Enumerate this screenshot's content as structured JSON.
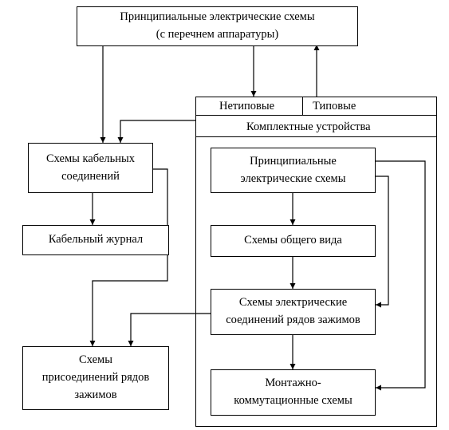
{
  "top_box": {
    "line1": "Принципиальные электрические схемы",
    "line2": "(с перечнем аппаратуры)"
  },
  "complete_devices": {
    "nontypical_label": "Нетиповые",
    "typical_label": "Типовые",
    "header_label": "Комплектные устройства",
    "schematic": {
      "line1": "Принципиальные",
      "line2": "электрические схемы"
    },
    "general_view_label": "Схемы общего вида",
    "terminal_connections": {
      "line1": "Схемы электрические",
      "line2": "соединений рядов зажимов"
    },
    "wiring": {
      "line1": "Монтажно-",
      "line2": "коммутационные схемы"
    }
  },
  "cable_schemes": {
    "line1": "Схемы кабельных",
    "line2": "соединений"
  },
  "cable_journal_label": "Кабельный журнал",
  "terminal_attach": {
    "line1": "Схемы",
    "line2": "присоединений рядов",
    "line3": "зажимов"
  }
}
